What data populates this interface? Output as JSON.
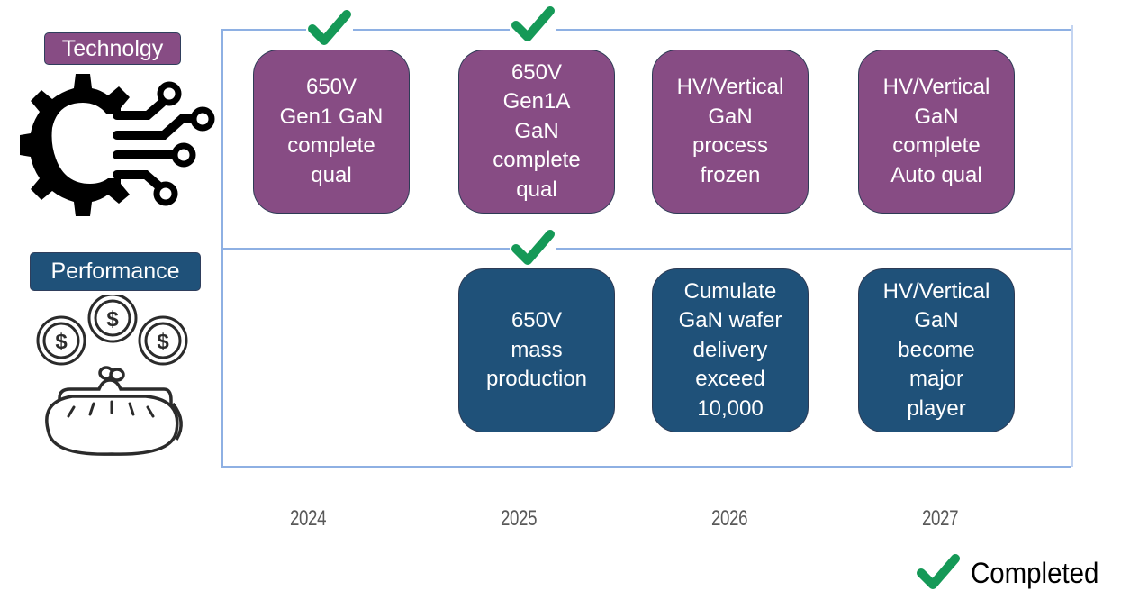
{
  "rows": {
    "technology": {
      "label": "Technolgy",
      "icon": "gear-circuit-icon",
      "color": "#874c84"
    },
    "performance": {
      "label": "Performance",
      "icon": "coin-purse-icon",
      "color": "#1f5179"
    }
  },
  "years": [
    "2024",
    "2025",
    "2026",
    "2027"
  ],
  "milestones": {
    "technology": [
      {
        "year": "2024",
        "text": "650V\nGen1 GaN\ncomplete\nqual",
        "completed": true
      },
      {
        "year": "2025",
        "text": "650V\nGen1A\nGaN\ncomplete\nqual",
        "completed": true
      },
      {
        "year": "2026",
        "text": "HV/Vertical\nGaN\nprocess\nfrozen",
        "completed": false
      },
      {
        "year": "2027",
        "text": "HV/Vertical\nGaN\ncomplete\nAuto qual",
        "completed": false
      }
    ],
    "performance": [
      {
        "year": "2025",
        "text": "650V\nmass\nproduction",
        "completed": true
      },
      {
        "year": "2026",
        "text": "Cumulate\nGaN wafer\ndelivery\nexceed\n10,000",
        "completed": false
      },
      {
        "year": "2027",
        "text": "HV/Vertical\nGaN\nbecome\nmajor\nplayer",
        "completed": false
      }
    ]
  },
  "legend": {
    "icon": "checkmark-icon",
    "label": "Completed",
    "color": "#159957"
  }
}
